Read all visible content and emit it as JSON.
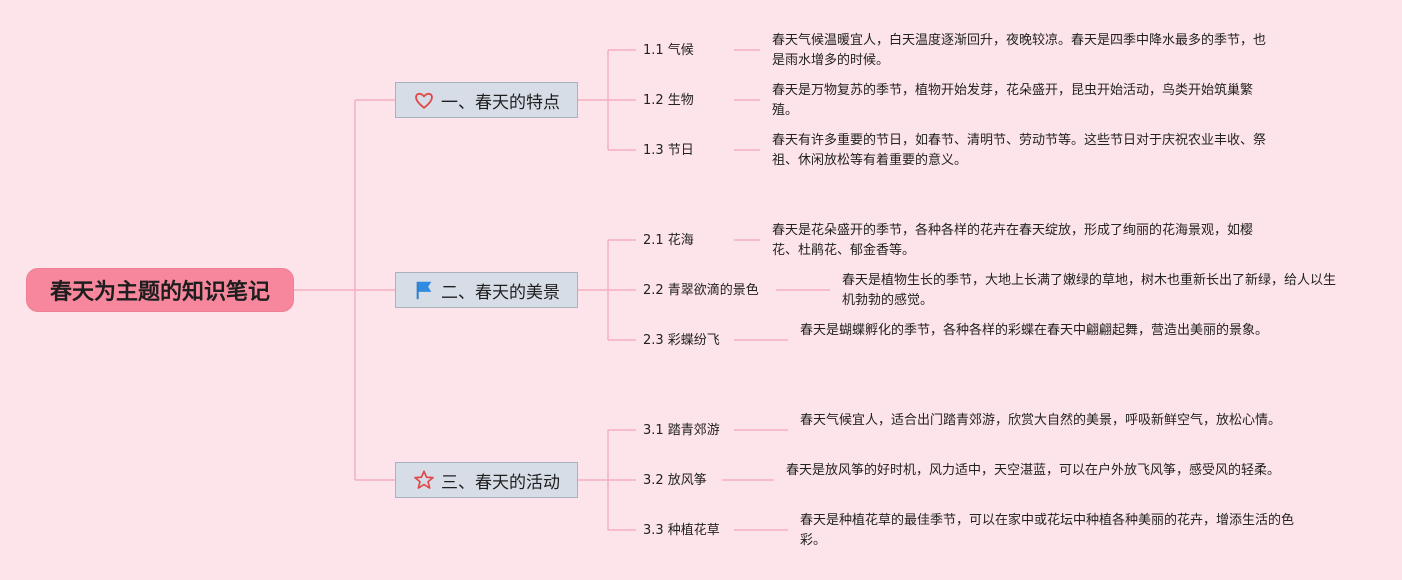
{
  "root": {
    "title": "春天为主题的知识笔记"
  },
  "sections": [
    {
      "label": "一、春天的特点",
      "icon": "heart-icon",
      "items": [
        {
          "topic": "1.1 气候",
          "desc": "春天气候温暖宜人，白天温度逐渐回升，夜晚较凉。春天是四季中降水最多的季节，也是雨水增多的时候。"
        },
        {
          "topic": "1.2 生物",
          "desc": "春天是万物复苏的季节，植物开始发芽，花朵盛开，昆虫开始活动，鸟类开始筑巢繁殖。"
        },
        {
          "topic": "1.3 节日",
          "desc": "春天有许多重要的节日，如春节、清明节、劳动节等。这些节日对于庆祝农业丰收、祭祖、休闲放松等有着重要的意义。"
        }
      ]
    },
    {
      "label": "二、春天的美景",
      "icon": "flag-icon",
      "items": [
        {
          "topic": "2.1 花海",
          "desc": "春天是花朵盛开的季节，各种各样的花卉在春天绽放，形成了绚丽的花海景观，如樱花、杜鹃花、郁金香等。"
        },
        {
          "topic": "2.2 青翠欲滴的景色",
          "desc": "春天是植物生长的季节，大地上长满了嫩绿的草地，树木也重新长出了新绿，给人以生机勃勃的感觉。"
        },
        {
          "topic": "2.3 彩蝶纷飞",
          "desc": "春天是蝴蝶孵化的季节，各种各样的彩蝶在春天中翩翩起舞，营造出美丽的景象。"
        }
      ]
    },
    {
      "label": "三、春天的活动",
      "icon": "star-icon",
      "items": [
        {
          "topic": "3.1 踏青郊游",
          "desc": "春天气候宜人，适合出门踏青郊游，欣赏大自然的美景，呼吸新鲜空气，放松心情。"
        },
        {
          "topic": "3.2 放风筝",
          "desc": "春天是放风筝的好时机，风力适中，天空湛蓝，可以在户外放飞风筝，感受风的轻柔。"
        },
        {
          "topic": "3.3 种植花草",
          "desc": "春天是种植花草的最佳季节，可以在家中或花坛中种植各种美丽的花卉，增添生活的色彩。"
        }
      ]
    }
  ]
}
